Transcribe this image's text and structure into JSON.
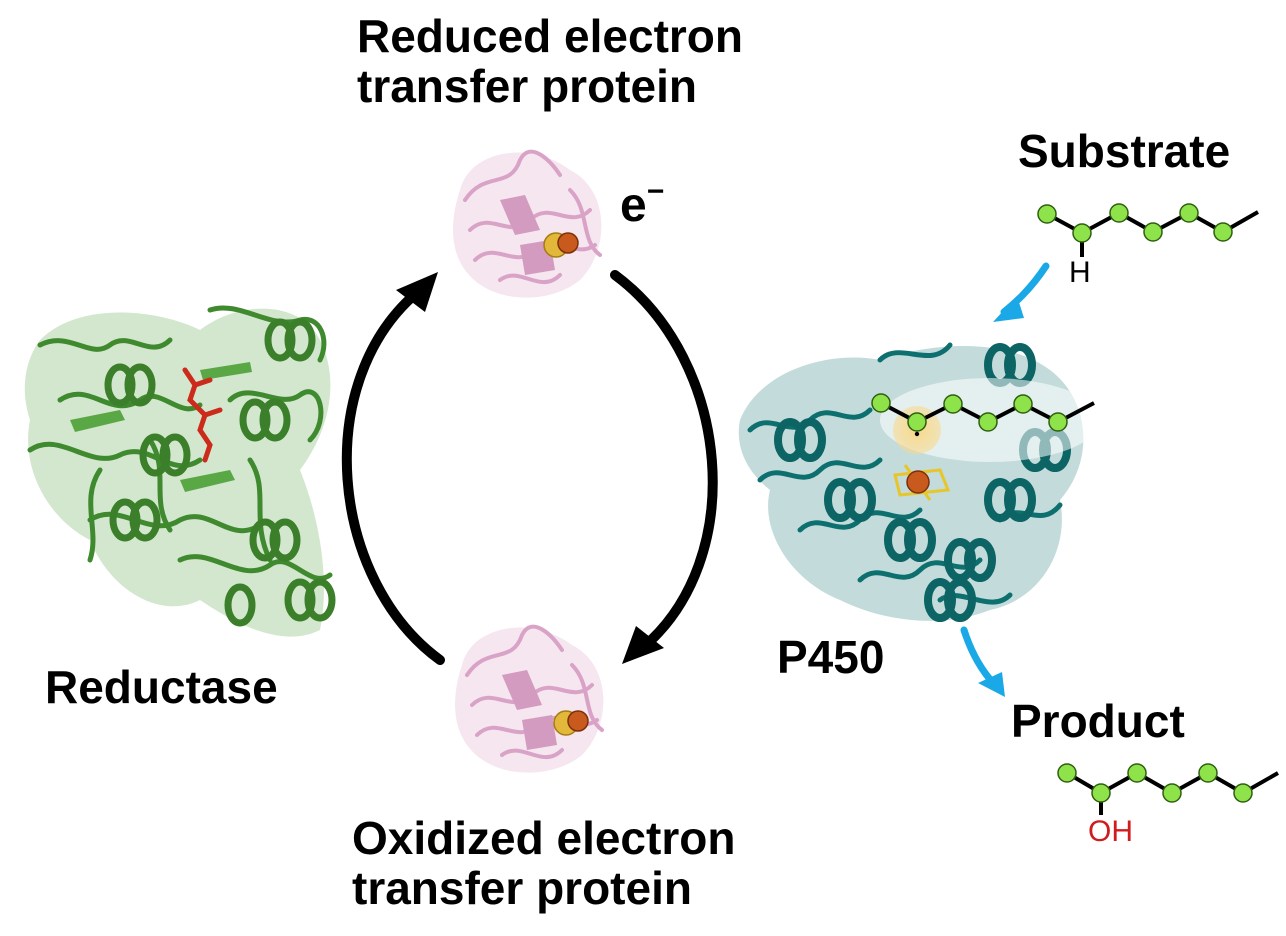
{
  "labels": {
    "reduced_line1": "Reduced electron",
    "reduced_line2": "transfer protein",
    "oxidized_line1": "Oxidized electron",
    "oxidized_line2": "transfer protein",
    "electron": "e",
    "electron_sup": "−",
    "reductase": "Reductase",
    "p450": "P450",
    "substrate": "Substrate",
    "product": "Product",
    "h_atom": "H",
    "oh_group": "OH"
  },
  "colors": {
    "reductase_protein": "#3f8a2e",
    "fad_cofactor": "#cc2a1a",
    "ferredoxin_protein": "#d9a3c7",
    "p450_protein": "#0e6f6f",
    "atom_green": "#8fe34a",
    "flow_arrow": "#1aa9e6",
    "hydroxyl_red": "#d01c1c",
    "radical_glow": "#f7d88a"
  }
}
